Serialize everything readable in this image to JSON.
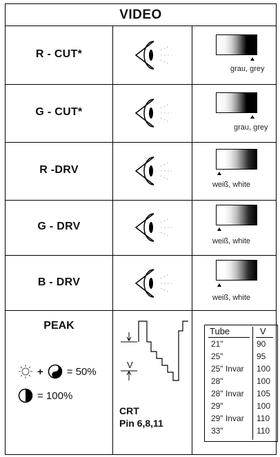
{
  "title": "VIDEO",
  "rows": [
    {
      "label": "R - CUT*",
      "caption": "grau, grey",
      "bar": "dark"
    },
    {
      "label": "G - CUT*",
      "caption": "grau, grey",
      "bar": "dark"
    },
    {
      "label": "R -DRV",
      "caption": "weiß, white",
      "bar": "light"
    },
    {
      "label": "G - DRV",
      "caption": "weiß, white",
      "bar": "light"
    },
    {
      "label": "B - DRV",
      "caption": "weiß, white",
      "bar": "light"
    }
  ],
  "peak": {
    "label": "PEAK",
    "formula1_result": "= 50%",
    "formula2_result": "= 100%",
    "plus": "+",
    "v_label": "V",
    "crt_line1": "CRT",
    "crt_line2": "Pin 6,8,11"
  },
  "tube_table": {
    "header": {
      "tube": "Tube",
      "v": "V"
    },
    "rows": [
      {
        "tube": "21\"",
        "v": "90"
      },
      {
        "tube": "25\"",
        "v": "95"
      },
      {
        "tube": "25\" Invar",
        "v": "100"
      },
      {
        "tube": "28\"",
        "v": "100"
      },
      {
        "tube": "28\" Invar",
        "v": "105"
      },
      {
        "tube": "29\"",
        "v": "100"
      },
      {
        "tube": "29\" Invar",
        "v": "110"
      },
      {
        "tube": "33\"",
        "v": "110"
      }
    ]
  }
}
